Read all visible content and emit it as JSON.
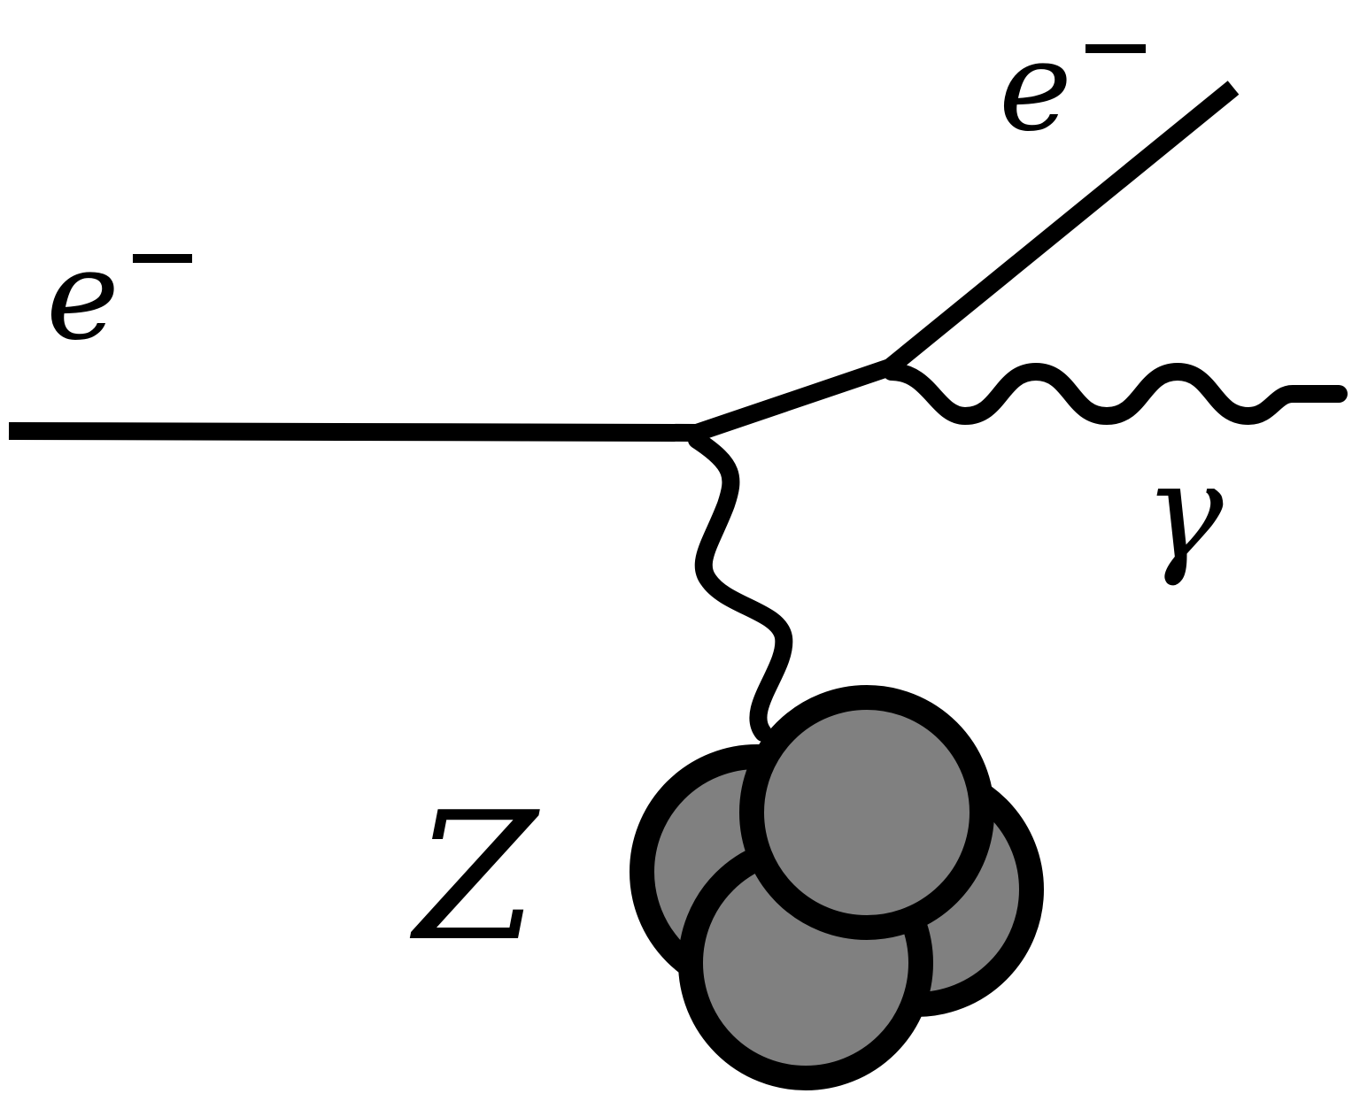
{
  "labels": {
    "incoming_electron": "e",
    "outgoing_electron": "e",
    "photon": "γ",
    "nucleus": "Z"
  },
  "colors": {
    "stroke": "#000000",
    "nucleon_fill": "#808080",
    "background": "#ffffff"
  }
}
